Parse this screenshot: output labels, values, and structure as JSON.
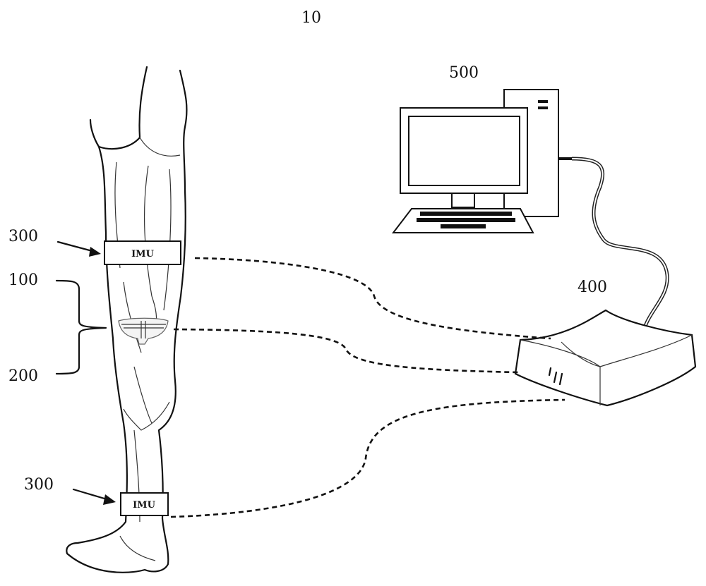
{
  "figure_label": "10",
  "labels": {
    "computer": "500",
    "receiver": "400",
    "imu_upper_ref": "300",
    "imu_lower_ref": "300",
    "knee_device_ref": "100",
    "knee_sensor_ref": "200"
  },
  "imu_upper_text": "IMU",
  "imu_lower_text": "IMU"
}
